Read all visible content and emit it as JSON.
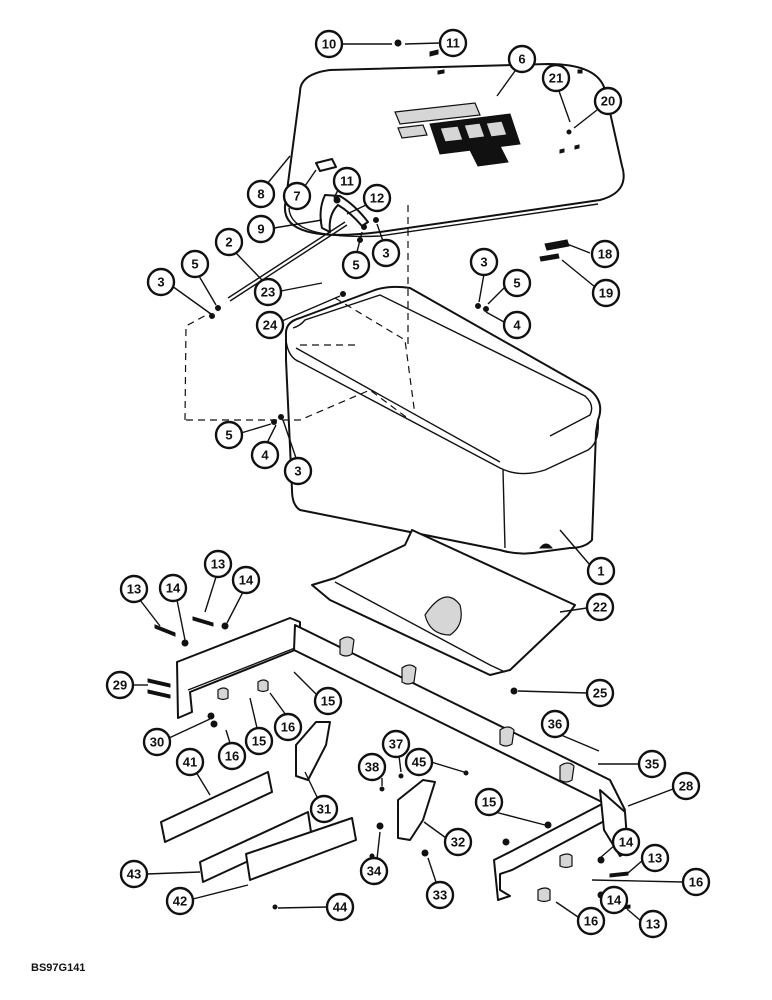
{
  "figure": {
    "drawing_code": "BS97G141",
    "callouts": [
      {
        "label": "1"
      },
      {
        "label": "2"
      },
      {
        "label": "3"
      },
      {
        "label": "3"
      },
      {
        "label": "3"
      },
      {
        "label": "3"
      },
      {
        "label": "4"
      },
      {
        "label": "4"
      },
      {
        "label": "5"
      },
      {
        "label": "5"
      },
      {
        "label": "5"
      },
      {
        "label": "5"
      },
      {
        "label": "6"
      },
      {
        "label": "7"
      },
      {
        "label": "8"
      },
      {
        "label": "9"
      },
      {
        "label": "10"
      },
      {
        "label": "11"
      },
      {
        "label": "11"
      },
      {
        "label": "12"
      },
      {
        "label": "13"
      },
      {
        "label": "13"
      },
      {
        "label": "13"
      },
      {
        "label": "13"
      },
      {
        "label": "14"
      },
      {
        "label": "14"
      },
      {
        "label": "14"
      },
      {
        "label": "14"
      },
      {
        "label": "15"
      },
      {
        "label": "15"
      },
      {
        "label": "15"
      },
      {
        "label": "16"
      },
      {
        "label": "16"
      },
      {
        "label": "16"
      },
      {
        "label": "16"
      },
      {
        "label": "18"
      },
      {
        "label": "19"
      },
      {
        "label": "20"
      },
      {
        "label": "21"
      },
      {
        "label": "22"
      },
      {
        "label": "23"
      },
      {
        "label": "24"
      },
      {
        "label": "25"
      },
      {
        "label": "28"
      },
      {
        "label": "29"
      },
      {
        "label": "30"
      },
      {
        "label": "31"
      },
      {
        "label": "32"
      },
      {
        "label": "33"
      },
      {
        "label": "34"
      },
      {
        "label": "35"
      },
      {
        "label": "36"
      },
      {
        "label": "37"
      },
      {
        "label": "38"
      },
      {
        "label": "41"
      },
      {
        "label": "42"
      },
      {
        "label": "43"
      },
      {
        "label": "44"
      },
      {
        "label": "45"
      }
    ]
  }
}
